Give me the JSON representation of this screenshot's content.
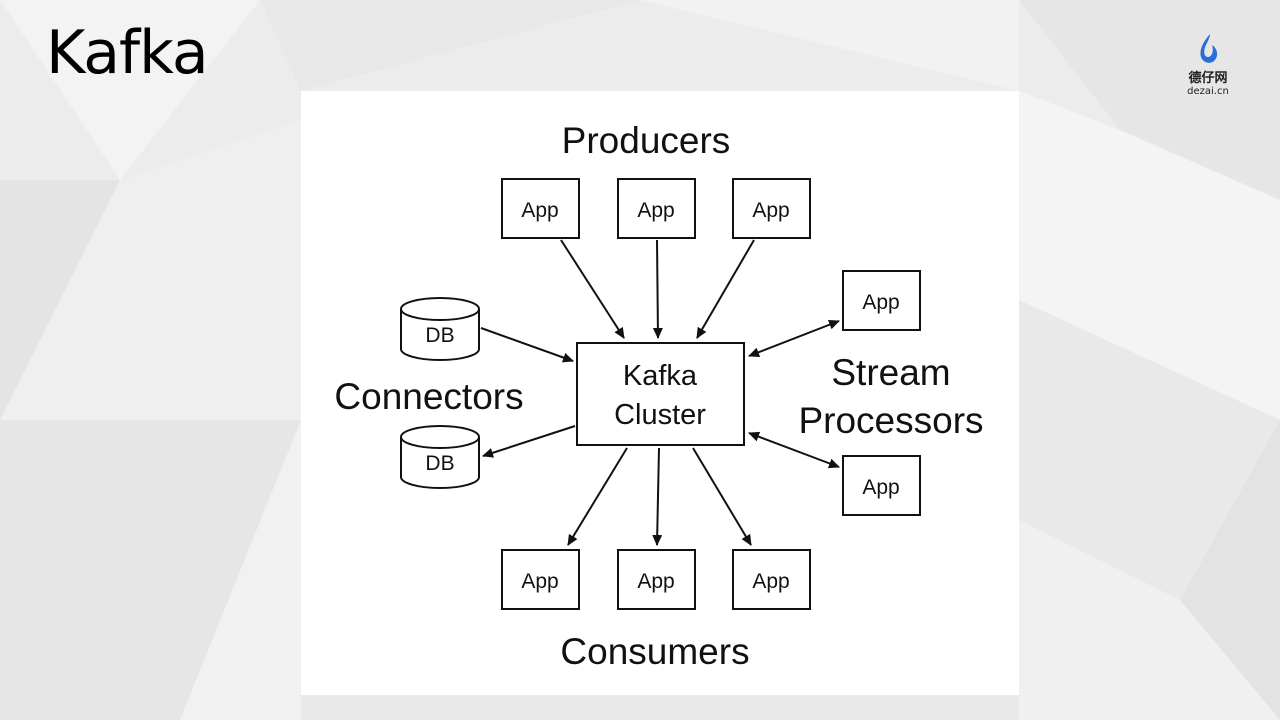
{
  "slide": {
    "title": "Kafka"
  },
  "logo": {
    "text": "德仔网",
    "subtext": "dezai.cn"
  },
  "diagram": {
    "groups": {
      "producers": "Producers",
      "consumers": "Consumers",
      "connectors": "Connectors",
      "stream_line1": "Stream",
      "stream_line2": "Processors"
    },
    "cluster": {
      "line1": "Kafka",
      "line2": "Cluster"
    },
    "app_label": "App",
    "db_label": "DB"
  }
}
